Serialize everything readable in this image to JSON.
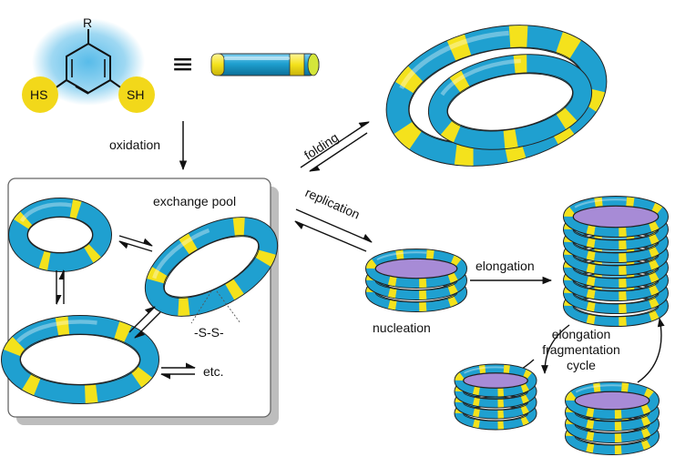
{
  "molecule": {
    "r_group": "R",
    "left_thiol": "HS",
    "right_thiol": "SH",
    "equivalence_symbol": "≡"
  },
  "labels": {
    "oxidation": "oxidation",
    "exchange_pool": "exchange pool",
    "disulfide": "-S-S-",
    "etc": "etc.",
    "folding": "folding",
    "replication": "replication",
    "nucleation": "nucleation",
    "elongation": "elongation",
    "cycle_line1": "elongation",
    "cycle_line2": "fragmentation",
    "cycle_line3": "cycle"
  },
  "colors": {
    "ring_blue": "#1fa0d0",
    "ring_dark": "#0b6f98",
    "segment_yellow": "#f4e21c",
    "inner_purple": "#a78bd6",
    "glow": "#4fb8e8",
    "thiol_yellow": "#f2d81a",
    "pool_border": "#666666",
    "pool_shadow": "#bdbdbd"
  }
}
